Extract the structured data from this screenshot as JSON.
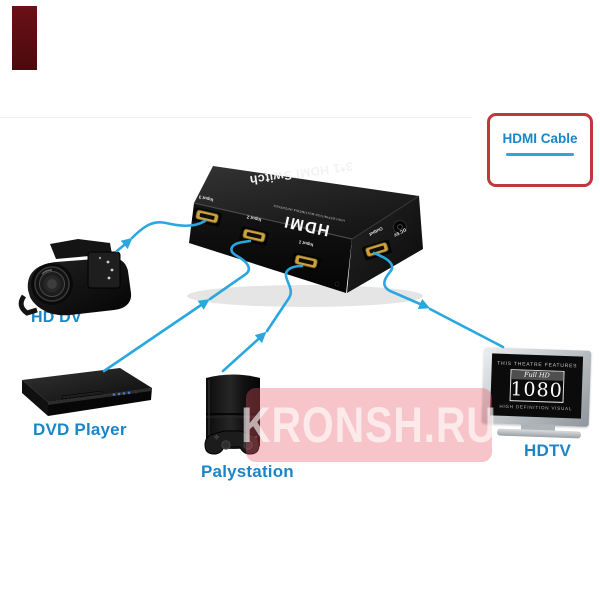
{
  "legend": {
    "label": "HDMI Cable",
    "border_color": "#c0383c",
    "label_color": "#1a86c8",
    "cable_color": "#2aa7df"
  },
  "hdmi_switch": {
    "top_label": "3*1 HDMI Switch",
    "logo": "HDMI",
    "logo_tagline": "HIGH-DEFINITION MULTIMEDIA INTERFACE",
    "ports": {
      "input3": "Input 3",
      "input2": "Input 2",
      "input1": "Input 1",
      "output": "Output",
      "dc": "DC 5V"
    }
  },
  "devices": {
    "camcorder": {
      "label": "HD DV"
    },
    "dvd": {
      "label": "DVD Player"
    },
    "playstation": {
      "label": "Palystation"
    },
    "tv": {
      "label": "HDTV",
      "screen_line1": "THIS THEATRE FEATURES",
      "screen_full_hd": "Full HD",
      "screen_1080": "1080",
      "screen_line4": "HIGH DEFINITION VISUAL"
    }
  },
  "connections": [
    {
      "from": "HD DV",
      "to": "Input 3"
    },
    {
      "from": "DVD Player",
      "to": "Input 2"
    },
    {
      "from": "Palystation",
      "to": "Input 1"
    },
    {
      "from": "Output",
      "to": "HDTV"
    }
  ],
  "watermark": {
    "text": "KRONSH.RU",
    "band_color": "#E55664"
  },
  "colors": {
    "device_label_blue": "#1a86c8",
    "cable_blue": "#2aa7df",
    "corner_mark_red": "#5a0d12"
  }
}
